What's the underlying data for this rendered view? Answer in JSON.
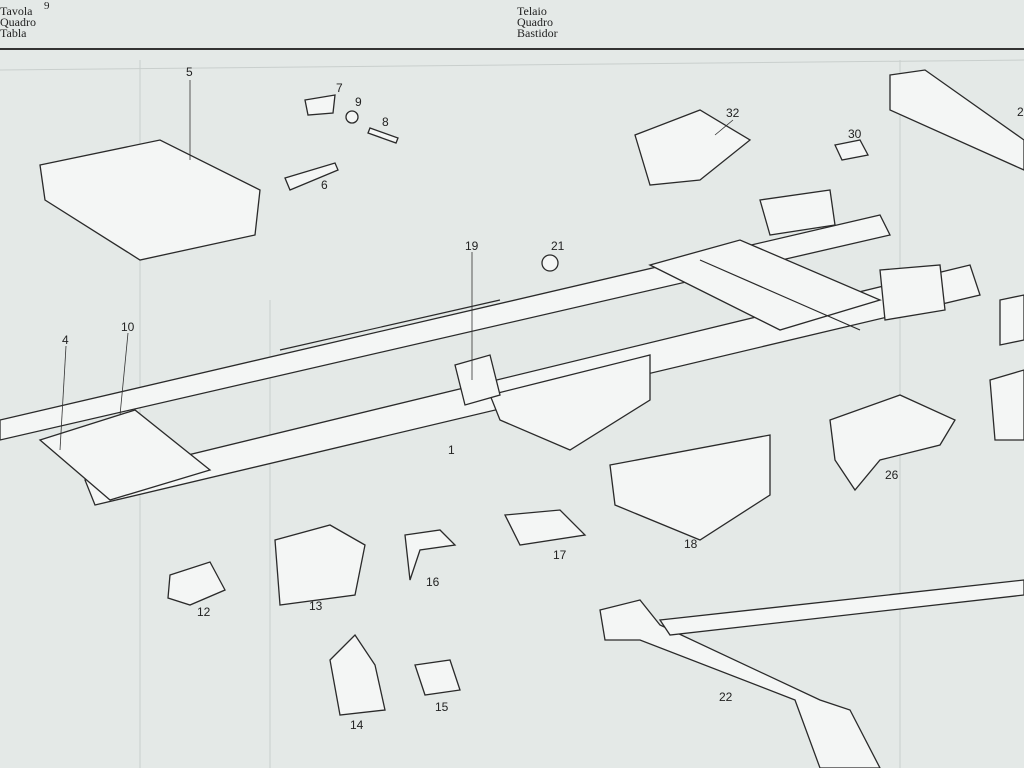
{
  "header": {
    "left": {
      "table_number": "9",
      "lines": [
        "Tavola",
        "Quadro",
        "Tabla"
      ]
    },
    "right": {
      "lines": [
        "Telaio",
        "Quadro",
        "Bastidor"
      ]
    }
  },
  "callouts": [
    "5",
    "7",
    "9",
    "8",
    "6",
    "32",
    "30",
    "2",
    "19",
    "21",
    "10",
    "4",
    "1",
    "26",
    "18",
    "17",
    "16",
    "13",
    "12",
    "14",
    "15",
    "22"
  ]
}
